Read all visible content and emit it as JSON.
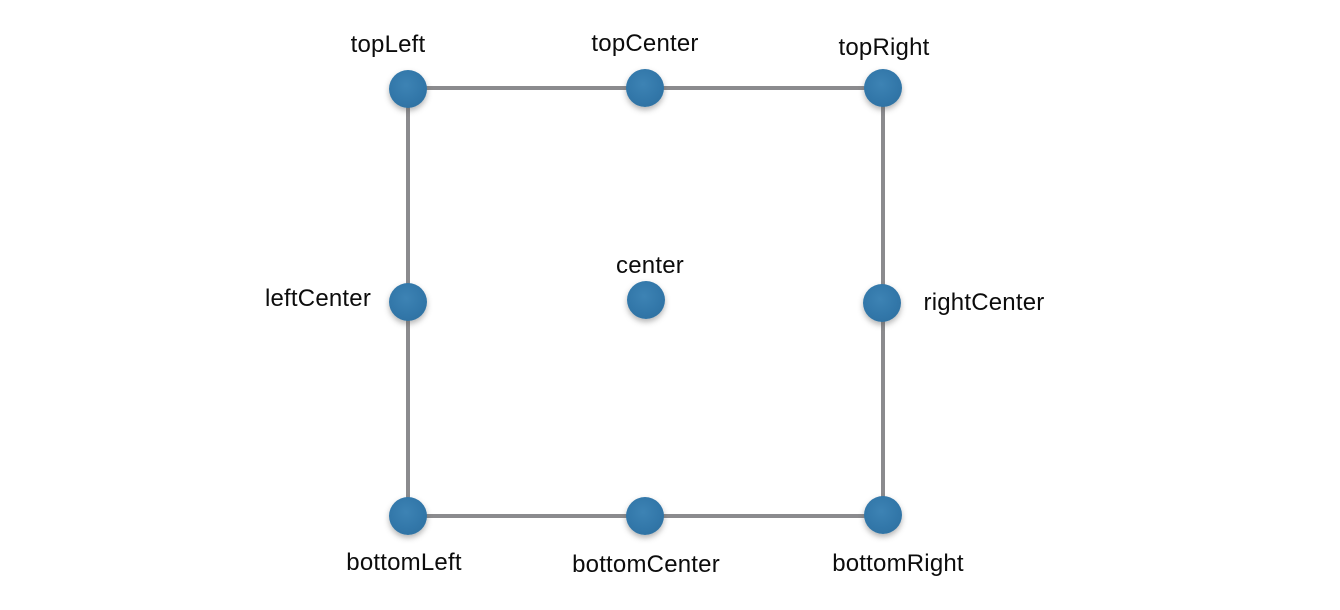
{
  "diagram": {
    "description": "Nine named anchor points on a square: four corners, four edge midpoints, and the center",
    "colors": {
      "dot_fill": "#3277a9",
      "edge_line": "#8b8b8e",
      "label_text": "#0c0c0c",
      "background": "#ffffff"
    },
    "edges": [
      "topLeft-topRight",
      "topRight-bottomRight",
      "bottomRight-bottomLeft",
      "bottomLeft-topLeft"
    ],
    "points": [
      {
        "id": "topLeft",
        "label": "topLeft",
        "position": "top-left corner"
      },
      {
        "id": "topCenter",
        "label": "topCenter",
        "position": "top edge midpoint"
      },
      {
        "id": "topRight",
        "label": "topRight",
        "position": "top-right corner"
      },
      {
        "id": "leftCenter",
        "label": "leftCenter",
        "position": "left edge midpoint"
      },
      {
        "id": "center",
        "label": "center",
        "position": "center"
      },
      {
        "id": "rightCenter",
        "label": "rightCenter",
        "position": "right edge midpoint"
      },
      {
        "id": "bottomLeft",
        "label": "bottomLeft",
        "position": "bottom-left corner"
      },
      {
        "id": "bottomCenter",
        "label": "bottomCenter",
        "position": "bottom edge midpoint"
      },
      {
        "id": "bottomRight",
        "label": "bottomRight",
        "position": "bottom-right corner"
      }
    ]
  }
}
